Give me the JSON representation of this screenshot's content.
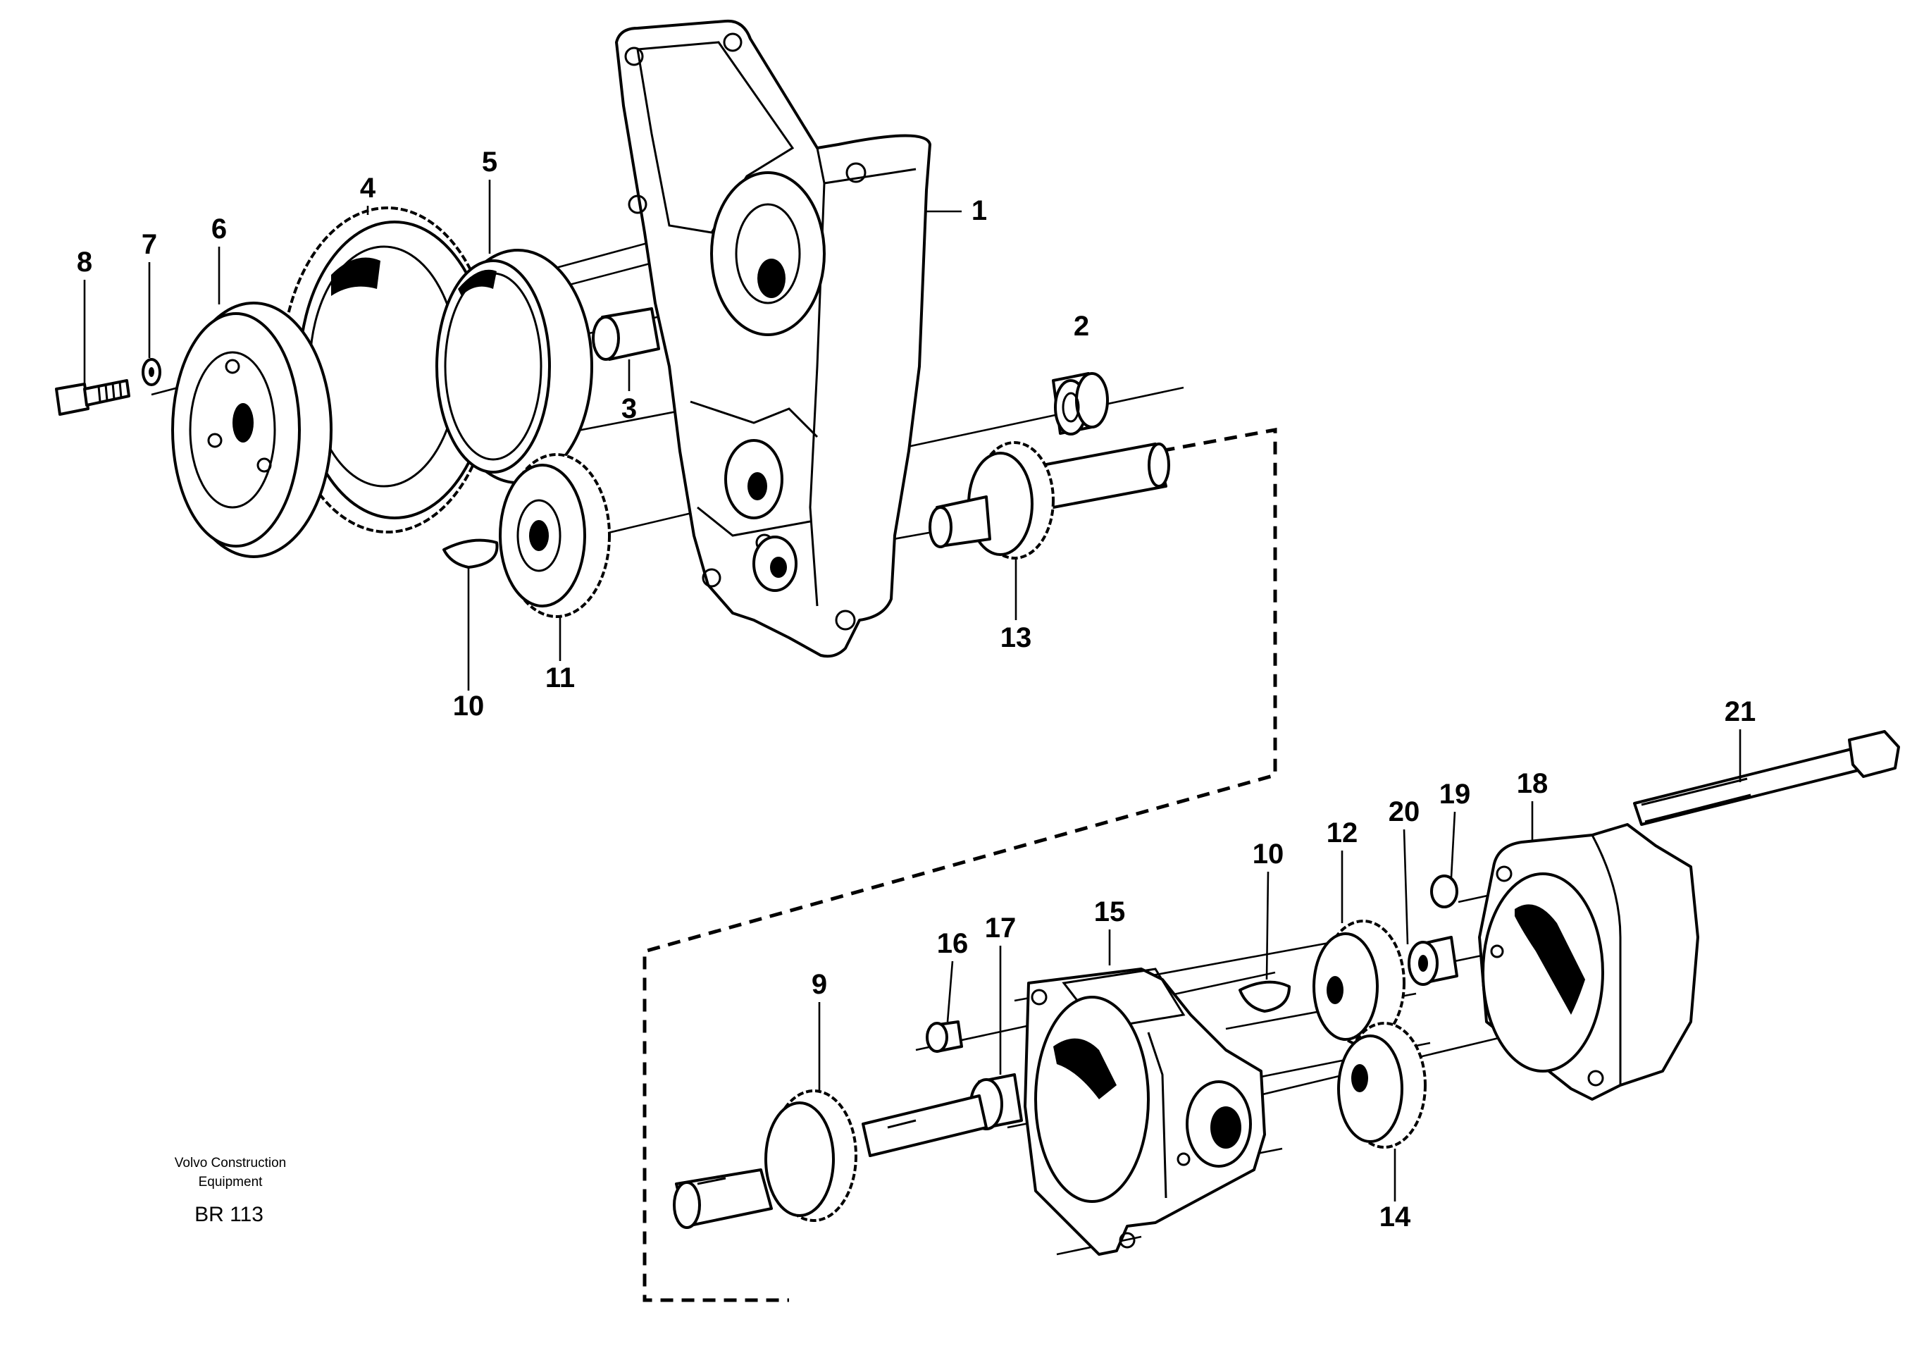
{
  "drawing": {
    "callouts": [
      "1",
      "2",
      "3",
      "4",
      "5",
      "6",
      "7",
      "8",
      "10",
      "11",
      "13",
      "21",
      "18",
      "19",
      "20",
      "12",
      "10",
      "15",
      "17",
      "16",
      "9",
      "14"
    ]
  },
  "footer": {
    "brand_line1": "Volvo Construction",
    "brand_line2": "Equipment",
    "code": "BR 113"
  }
}
